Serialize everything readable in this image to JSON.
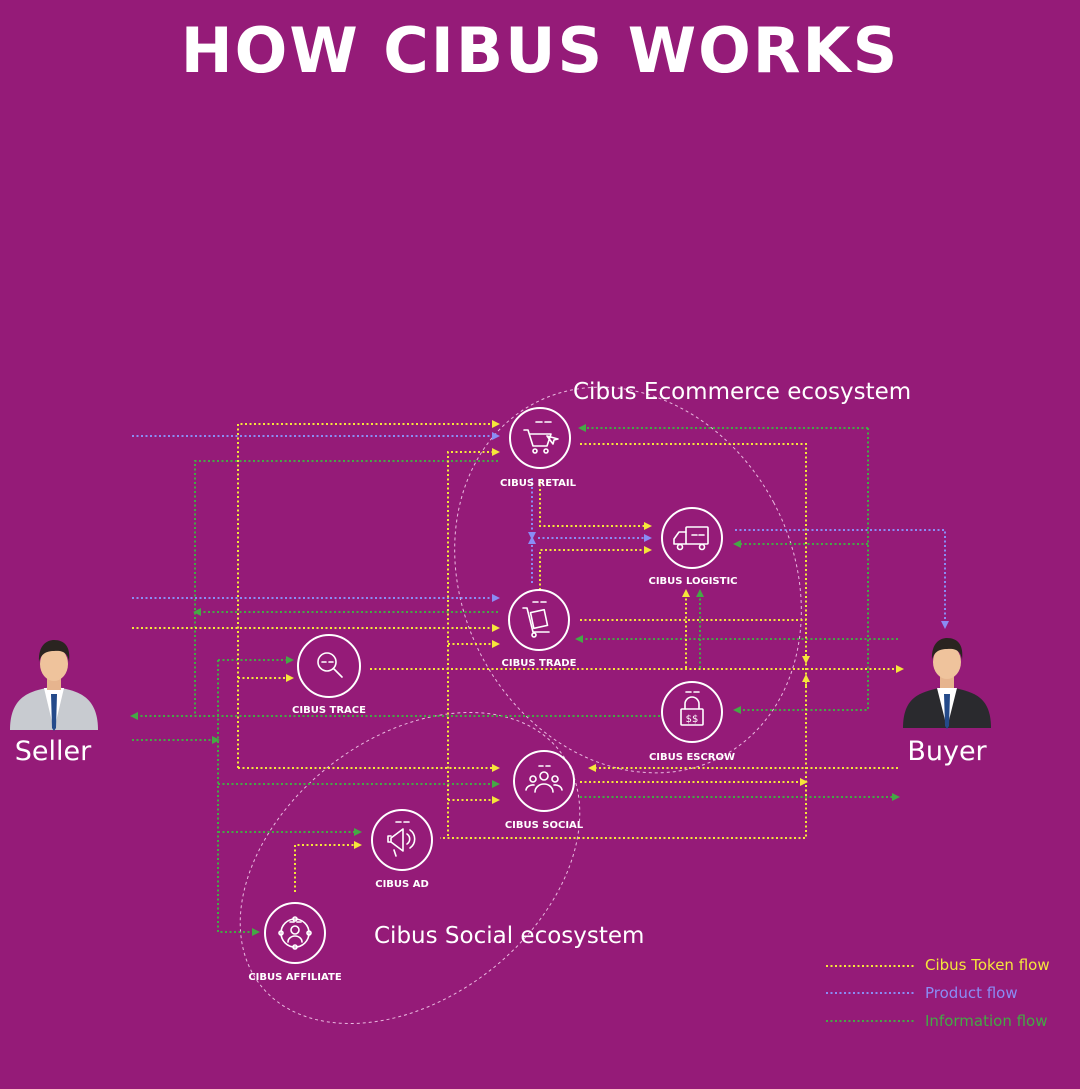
{
  "title": "HOW CIBUS WORKS",
  "ecosystems": {
    "ecommerce": "Cibus Ecommerce ecosystem",
    "social": "Cibus Social ecosystem"
  },
  "actors": {
    "seller": "Seller",
    "buyer": "Buyer"
  },
  "nodes": {
    "retail": "CIBUS RETAIL",
    "logistic": "CIBUS LOGISTIC",
    "trade": "CIBUS TRADE",
    "trace": "CIBUS TRACE",
    "escrow": "CIBUS ESCROW",
    "social": "CIBUS SOCIAL",
    "ad": "CIBUS AD",
    "affiliate": "CIBUS AFFILIATE"
  },
  "legend": {
    "token": "Cibus Token flow",
    "product": "Product flow",
    "information": "Information flow"
  },
  "colors": {
    "background": "#951b78",
    "token": "#f5e63a",
    "product": "#8a8cf5",
    "information": "#45a845",
    "node_outline": "#ffffff"
  },
  "icons": {
    "retail": "shopping-cart-icon",
    "logistic": "delivery-truck-icon",
    "trade": "hand-truck-icon",
    "trace": "magnifier-icon",
    "escrow": "lock-dollar-icon",
    "social": "people-group-icon",
    "ad": "megaphone-icon",
    "affiliate": "network-person-icon"
  }
}
